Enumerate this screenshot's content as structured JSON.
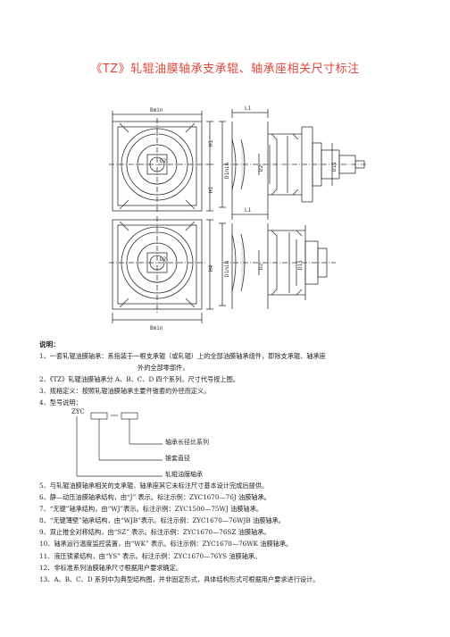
{
  "title": "《TZ》轧辊油膜轴承支承辊、轴承座相关尺寸标注",
  "drawing": {
    "labels": {
      "b_top": "Bmin",
      "b_bottom": "Bmin",
      "h_top": "H1",
      "h_mid": "H1",
      "h_low": "H4",
      "l_top": "L1",
      "l_mid": "L1",
      "d_top": "D1min",
      "d_bot": "D1min",
      "d2_top": "D2",
      "d2_bot": "D2",
      "d3_top": "D11",
      "d3_bot": "D11",
      "c_top": "D2",
      "c_bot": "D2"
    }
  },
  "notes": {
    "heading": "说明：",
    "items": [
      "1、一套轧辊油膜轴承：系指装于一根支承辊（或轧辊）上的全部油膜轴承组件，即除支承辊、轴承座",
      "外的全部零部件。",
      "2、《TZ》轧辊油膜轴承分 A、B、C、D 四个系列，尺寸代号按上图。",
      "3、规格定义：按照轧辊油膜轴承主要件锥套的外径而定义。",
      "4、型号说明："
    ]
  },
  "model": {
    "prefix": "ZYC",
    "labels": [
      "轴承长径比系列",
      "锥套直径",
      "轧辊油膜轴承"
    ]
  },
  "notes2": {
    "items": [
      "5、与轧辊油膜轴承相关的支承辊、轴承座其它未标注尺寸基本设计完成后提供。",
      "6、静—动压油膜轴承结构，由“J” 表示。标注示例：ZYC1670—76J 油膜轴承。",
      "7、“无键”轴承结构，由“WJ”表示。标注示例：ZYC1500—75WJ 油膜轴承。",
      "8、“无键薄壁”轴承结构，由“WJB”表示。标注示例：ZYC1670—76WJB 油膜轴承。",
      "9、双止推全对称结构，由“SZ” 表示。标注示例：ZYC1670—76SZ 油膜轴承。",
      "10、轴承运行温度监控装置，由“WK” 表示。标注示例：ZYC1670—76WK 油膜轴承。",
      "11、液压锁紧结构，由“YS” 表示。标注示例：ZYC1670—76YS 油膜轴承。",
      "12、非标准系列油膜轴承尺寸根据用户要求确定。",
      "13、A、B、C、D 系列中为典型结构图，并非固定形式，具体结构形式可根据用户要求进行设计。"
    ]
  }
}
